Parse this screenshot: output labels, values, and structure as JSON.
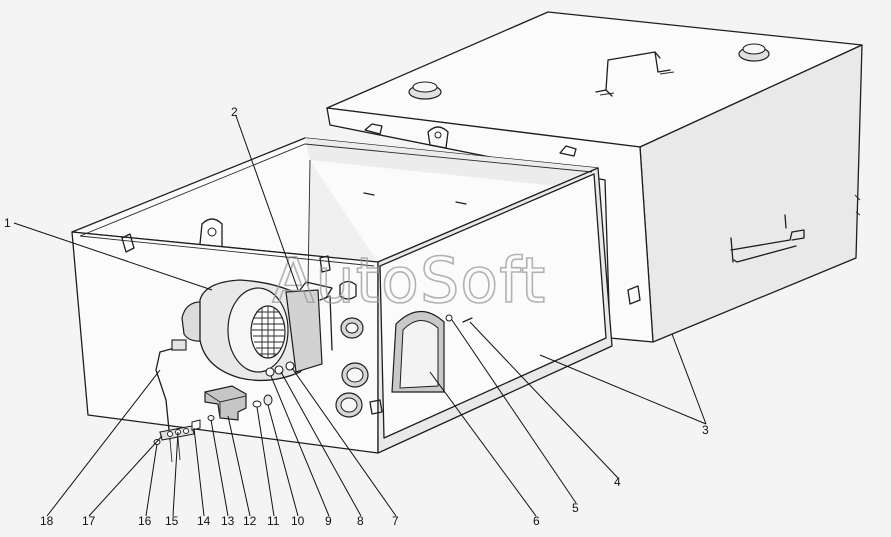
{
  "watermark": "AutoSoft",
  "callouts": [
    "1",
    "2",
    "3",
    "4",
    "5",
    "6",
    "7",
    "8",
    "9",
    "10",
    "11",
    "12",
    "13",
    "14",
    "15",
    "16",
    "17",
    "18"
  ],
  "colors": {
    "line": "#1e1e1e",
    "background": "#f4f4f4",
    "watermark": "#9a9a9a"
  }
}
